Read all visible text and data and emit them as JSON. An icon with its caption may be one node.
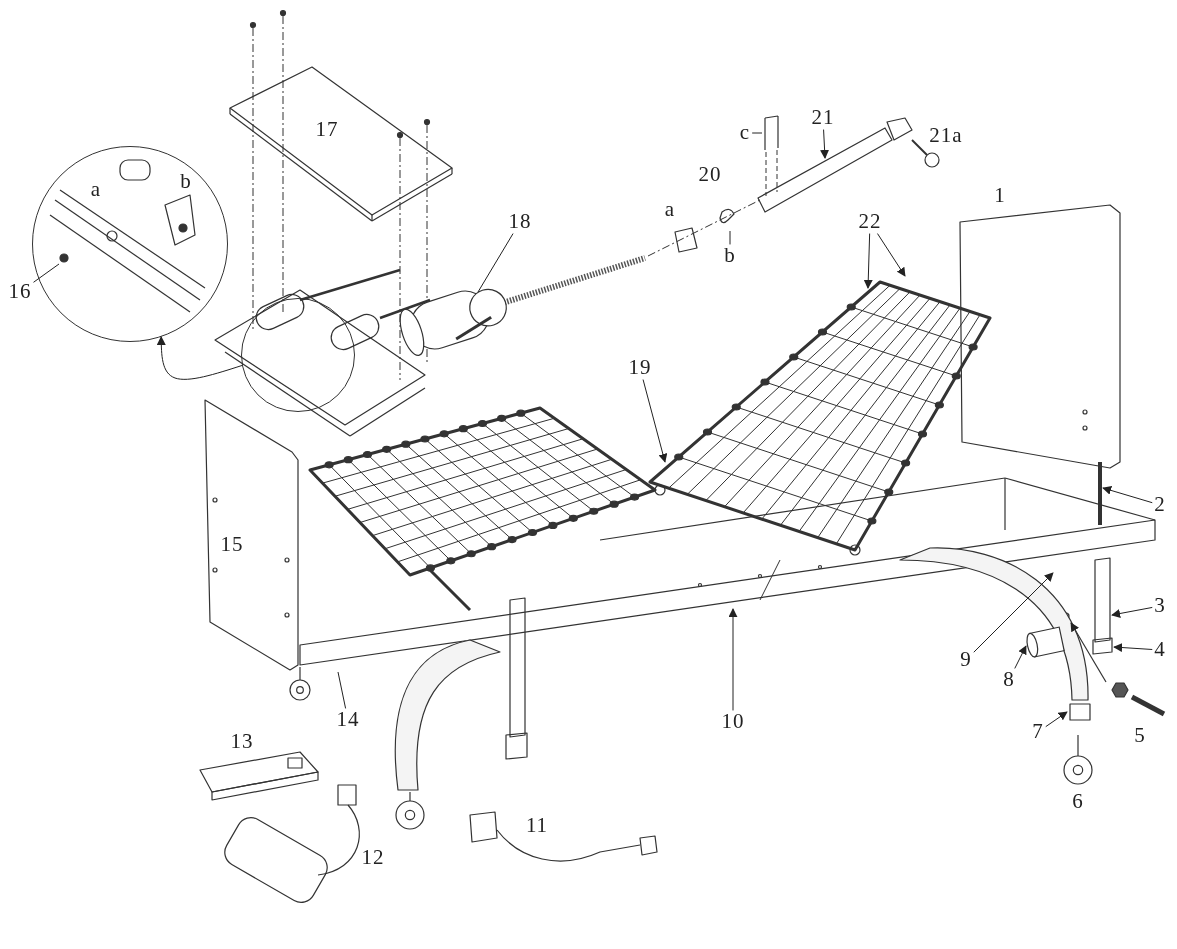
{
  "diagram": {
    "nodes": [
      {
        "text": [],
        "shape": "circle"
      },
      {
        "text": [],
        "shape": "circle"
      },
      {
        "text": [
          "16"
        ]
      },
      {
        "text": [
          "18"
        ]
      },
      {
        "text": [
          "21"
        ]
      },
      {
        "text": [
          "c"
        ]
      },
      {
        "text": [
          "b"
        ]
      },
      {
        "text": [
          "22"
        ]
      },
      {
        "text": [
          "19"
        ]
      },
      {
        "text": [
          "2"
        ]
      },
      {
        "text": [
          "3"
        ]
      },
      {
        "text": [
          "4"
        ]
      },
      {
        "text": [
          "9"
        ]
      },
      {
        "text": [
          "8"
        ]
      },
      {
        "text": [
          "7"
        ]
      },
      {
        "text": [
          "10"
        ]
      },
      {
        "text": [
          "14"
        ]
      },
      {
        "text": [],
        "shape": "cylinder"
      },
      {
        "text": [],
        "shape": "cylinder"
      }
    ],
    "edges": [
      {
        "from": 1,
        "to": 0,
        "arrow": "to"
      },
      {
        "from": 2,
        "to": null,
        "arrow": "none"
      },
      {
        "from": 3,
        "to": 17,
        "arrow": "none"
      },
      {
        "from": 4,
        "to": null,
        "arrow": "to"
      },
      {
        "from": 5,
        "to": null,
        "arrow": "none"
      },
      {
        "from": 6,
        "to": null,
        "arrow": "none"
      },
      {
        "from": 7,
        "to": null,
        "arrow": "to"
      },
      {
        "from": 7,
        "to": null,
        "arrow": "to"
      },
      {
        "from": 8,
        "to": null,
        "arrow": "to"
      },
      {
        "from": 9,
        "to": null,
        "arrow": "to"
      },
      {
        "from": 10,
        "to": null,
        "arrow": "to"
      },
      {
        "from": 11,
        "to": null,
        "arrow": "to"
      },
      {
        "from": 12,
        "to": null,
        "arrow": "to"
      },
      {
        "from": 13,
        "to": 18,
        "arrow": "to"
      },
      {
        "from": 14,
        "to": null,
        "arrow": "to"
      },
      {
        "from": 15,
        "to": null,
        "arrow": "to"
      },
      {
        "from": 16,
        "to": null,
        "arrow": "none"
      }
    ],
    "labels": [
      "17",
      "21a",
      "20",
      "b",
      "a",
      "1",
      "a",
      "15",
      "5",
      "13",
      "6",
      "11",
      "12"
    ]
  }
}
